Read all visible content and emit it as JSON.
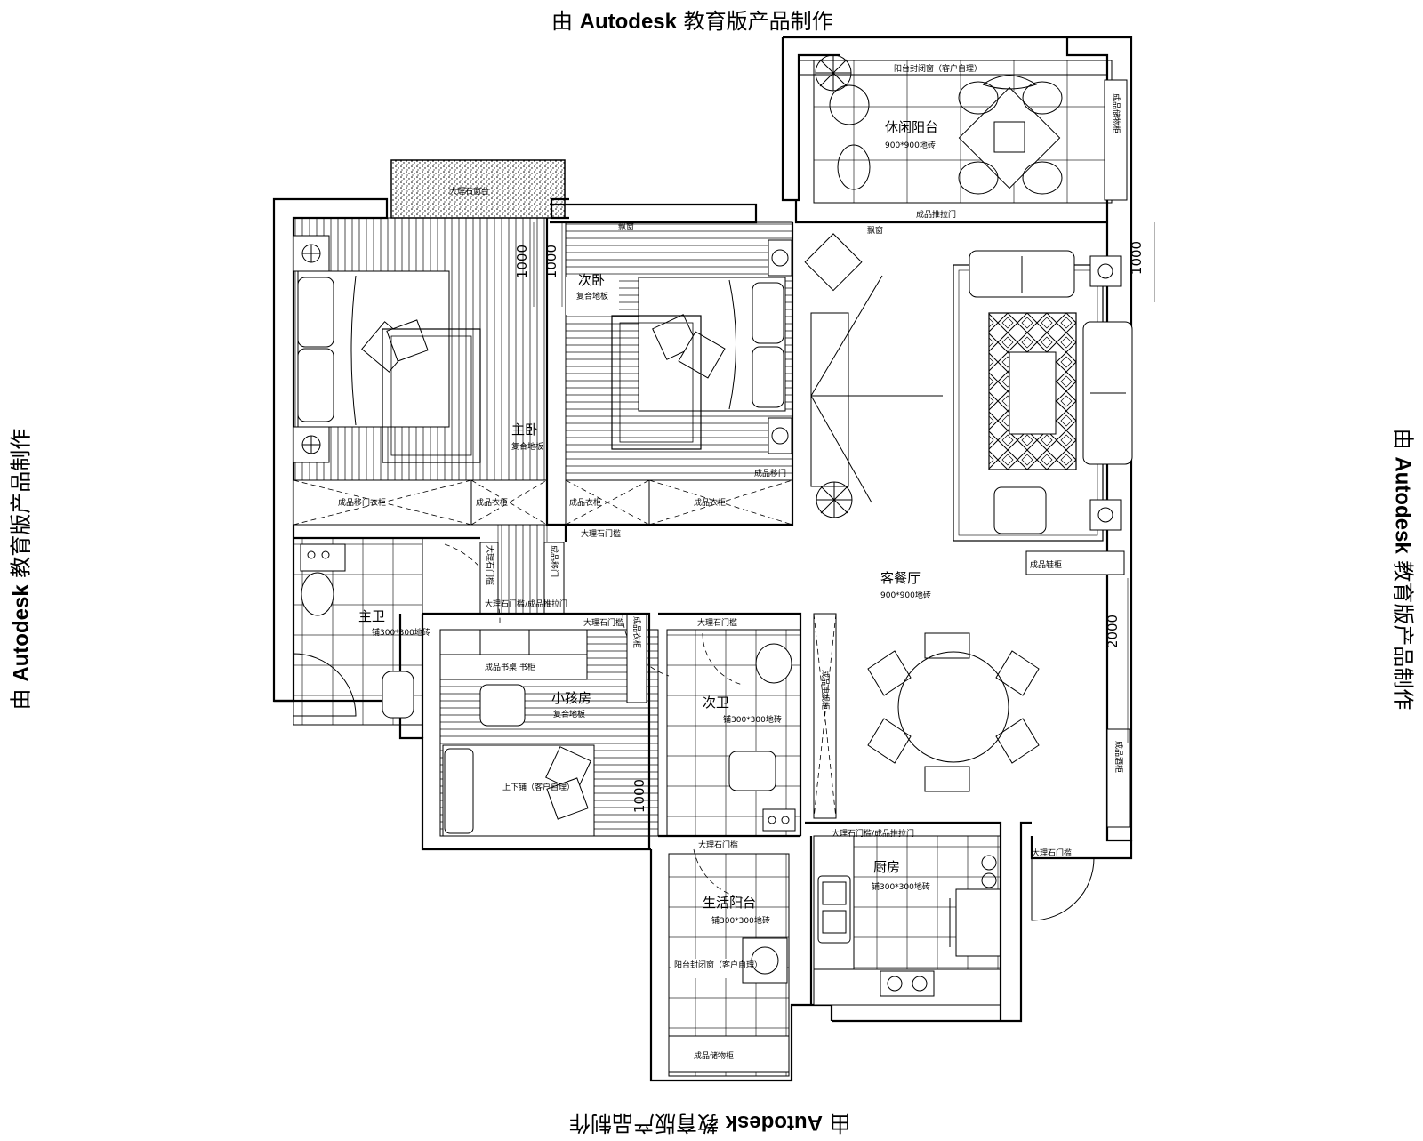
{
  "watermark": {
    "prefix": "由 ",
    "brand": "Autodesk",
    "suffix": " 教育版产品制作"
  },
  "rooms": {
    "leisure_balcony": {
      "name": "休闲阳台",
      "floor": "900*900地砖"
    },
    "second_bedroom": {
      "name": "次卧",
      "floor": "复合地板"
    },
    "master_bedroom": {
      "name": "主卧",
      "floor": "复合地板"
    },
    "living_dining": {
      "name": "客餐厅",
      "floor": "900*900地砖"
    },
    "master_bath": {
      "name": "主卫",
      "floor": "铺300*300地砖"
    },
    "kids_room": {
      "name": "小孩房",
      "floor": "复合地板"
    },
    "second_bath": {
      "name": "次卫",
      "floor": "铺300*300地砖"
    },
    "kitchen": {
      "name": "厨房",
      "floor": "铺300*300地砖"
    },
    "utility_balcony": {
      "name": "生活阳台",
      "floor": "铺300*300地砖"
    }
  },
  "notes": {
    "balcony_rail_top": "阳台封闭窗（客户自理）",
    "balcony_rail_util": "阳台封闭窗（客户自理）",
    "bunk_bed": "上下铺（客户自理）",
    "marble_window": "大理石窗台",
    "bay_window": "飘窗",
    "wardrobe": "成品衣柜",
    "wardrobe_sliding": "成品移门衣柜",
    "wardrobe_door": "成品移门",
    "marble_sill": "大理石门槛",
    "sliding_door": "成品推拉门",
    "kitchen_sliding": "大理石门槛/成品推拉门",
    "shoe_cabinet": "成品鞋柜",
    "storage_cabinet": "成品储物柜",
    "desk": "成品书桌 书柜",
    "tv_cabinet": "成品电视柜",
    "side_cabinet": "成品酒柜",
    "child_wardrobe": "成品衣柜",
    "entry_sill": "大理石门槛"
  },
  "dimensions": {
    "d1": "1000",
    "d2": "1000",
    "d3": "1000",
    "d4": "2000",
    "d5": "1000"
  }
}
